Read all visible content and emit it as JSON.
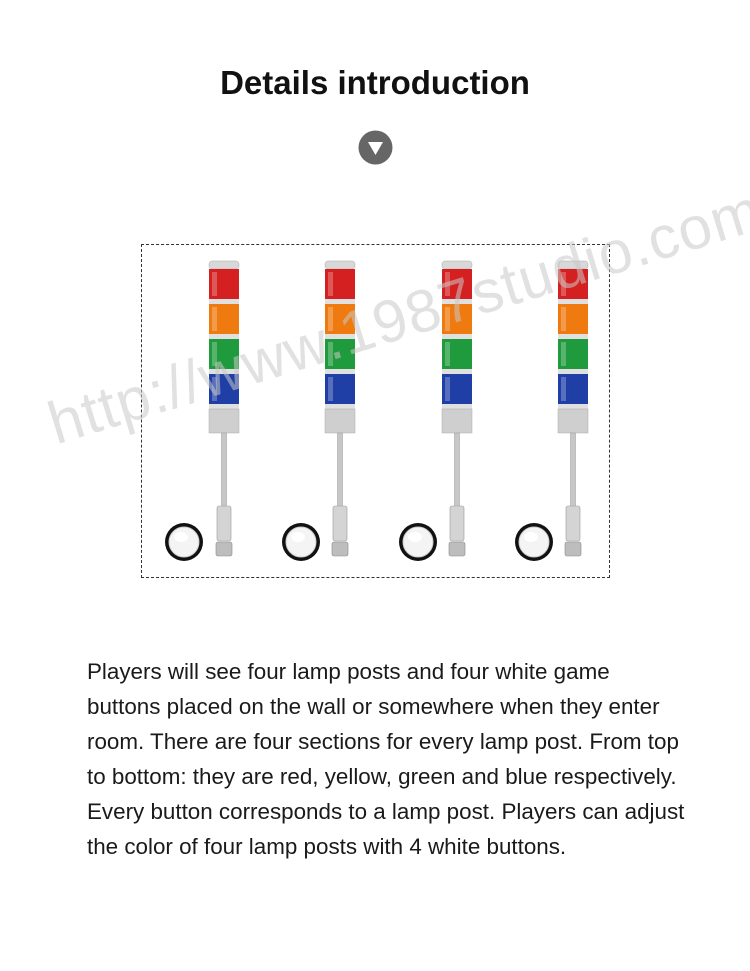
{
  "heading": {
    "title": "Details introduction",
    "icon": "chevron-down-circle-icon"
  },
  "figure": {
    "lamp_posts": [
      {
        "sections": [
          "red",
          "yellow",
          "green",
          "blue"
        ]
      },
      {
        "sections": [
          "red",
          "yellow",
          "green",
          "blue"
        ]
      },
      {
        "sections": [
          "red",
          "yellow",
          "green",
          "blue"
        ]
      },
      {
        "sections": [
          "red",
          "yellow",
          "green",
          "blue"
        ]
      }
    ],
    "colors": {
      "red": "#d42020",
      "yellow": "#ee7a10",
      "green": "#1f9a3c",
      "blue": "#1f3fa6"
    },
    "watermark": "http://www.1987studio.com"
  },
  "description": "Players will see four lamp posts and four white game buttons placed on the wall or somewhere when they enter room. There are four sections for every lamp post. From top to bottom: they are red, yellow, green and blue respectively. Every button corresponds to a lamp post. Players can adjust the color of four lamp posts with 4 white buttons."
}
